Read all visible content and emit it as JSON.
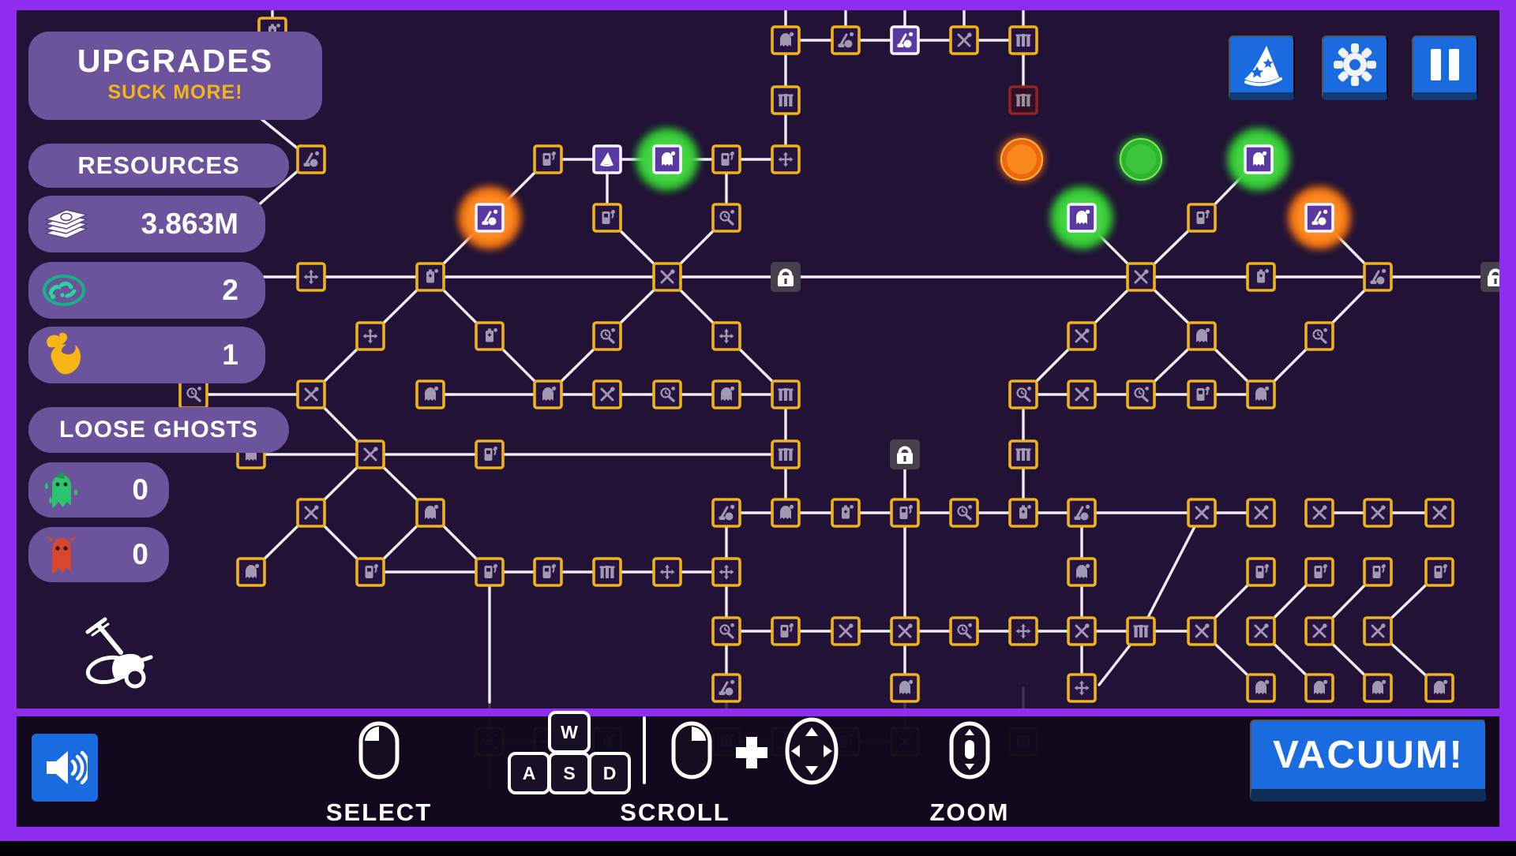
{
  "header": {
    "title": "UPGRADES",
    "subtitle": "SUCK MORE!"
  },
  "resources": {
    "title": "RESOURCES",
    "money": "3.863M",
    "essence": "2",
    "flames": "1"
  },
  "loose_ghosts": {
    "title": "LOOSE GHOSTS",
    "green": "0",
    "red": "0"
  },
  "topbar": {
    "buttons": [
      "wizard-hat",
      "settings",
      "pause"
    ]
  },
  "controls": {
    "select": "SELECT",
    "scroll": "SCROLL",
    "zoom": "ZOOM",
    "keys": [
      "W",
      "A",
      "S",
      "D"
    ],
    "vacuum": "VACUUM!"
  },
  "colors": {
    "frame": "#8e2df0",
    "map_bg": "#211236",
    "panel": "#6c549c",
    "accent_yellow": "#f4b41a",
    "button_blue": "#1b6be0",
    "edge": "#f1ecf8",
    "edge_dim": "#45355e",
    "node_gold": "#eeb319",
    "node_fill": "#261340",
    "node_icon": "#a198b2",
    "node_white": "#f7f4fb",
    "node_white_fill": "#5a3aa2",
    "node_red": "#932222",
    "node_red_fill": "#2e1024",
    "lock_fill": "#46404d",
    "glow_green": "#2fc42f",
    "glow_orange": "#f57110",
    "orb_green": "#2eb52e",
    "orb_orange": "#ee660e"
  },
  "map": {
    "node_size": 34,
    "icon_cycle": [
      "ghost",
      "vac",
      "fuel",
      "spark",
      "pipes",
      "clock",
      "arrows",
      "battery"
    ],
    "nodes": [
      [
        995,
        51,
        "g"
      ],
      [
        1071,
        51,
        "g"
      ],
      [
        1146,
        51,
        "w",
        "vac"
      ],
      [
        1221,
        51,
        "g"
      ],
      [
        1296,
        51,
        "g"
      ],
      [
        995,
        127,
        "g",
        "pipes"
      ],
      [
        1296,
        127,
        "r",
        "pipes"
      ],
      [
        345,
        40,
        "g"
      ],
      [
        276,
        351,
        "g"
      ],
      [
        394,
        202,
        "g"
      ],
      [
        694,
        202,
        "g"
      ],
      [
        769,
        202,
        "w",
        "hat"
      ],
      [
        845,
        202,
        "gg"
      ],
      [
        920,
        202,
        "g",
        "fuel"
      ],
      [
        995,
        202,
        "g"
      ],
      [
        1594,
        202,
        "gg"
      ],
      [
        620,
        276,
        "og"
      ],
      [
        769,
        276,
        "g",
        "fuel"
      ],
      [
        920,
        276,
        "g",
        "clock"
      ],
      [
        1370,
        276,
        "gg"
      ],
      [
        1522,
        276,
        "g",
        "fuel"
      ],
      [
        1671,
        276,
        "og"
      ],
      [
        394,
        351,
        "g"
      ],
      [
        545,
        351,
        "g"
      ],
      [
        845,
        351,
        "g",
        "spark"
      ],
      [
        995,
        351,
        "l"
      ],
      [
        1445,
        351,
        "g",
        "spark"
      ],
      [
        1597,
        351,
        "g",
        "battery"
      ],
      [
        1745,
        351,
        "g",
        "vac"
      ],
      [
        1894,
        351,
        "l"
      ],
      [
        469,
        426,
        "g"
      ],
      [
        620,
        426,
        "g"
      ],
      [
        769,
        426,
        "g",
        "clock"
      ],
      [
        920,
        426,
        "g",
        "arrows"
      ],
      [
        1370,
        426,
        "g",
        "spark"
      ],
      [
        1522,
        426,
        "g",
        "ghost"
      ],
      [
        1671,
        426,
        "g",
        "clock"
      ],
      [
        245,
        500,
        "g"
      ],
      [
        394,
        500,
        "g",
        "spark"
      ],
      [
        545,
        500,
        "g",
        "ghost"
      ],
      [
        694,
        500,
        "g"
      ],
      [
        769,
        500,
        "g",
        "spark"
      ],
      [
        845,
        500,
        "g",
        "clock"
      ],
      [
        920,
        500,
        "g",
        "ghost"
      ],
      [
        995,
        500,
        "g"
      ],
      [
        1296,
        500,
        "g"
      ],
      [
        1370,
        500,
        "g",
        "spark"
      ],
      [
        1445,
        500,
        "g",
        "clock"
      ],
      [
        1522,
        500,
        "g",
        "fuel"
      ],
      [
        1597,
        500,
        "g",
        "ghost"
      ],
      [
        318,
        576,
        "g",
        "ghost"
      ],
      [
        469,
        576,
        "g",
        "spark"
      ],
      [
        620,
        576,
        "g",
        "fuel"
      ],
      [
        995,
        576,
        "g",
        "pipes"
      ],
      [
        1146,
        576,
        "l"
      ],
      [
        1296,
        576,
        "g",
        "pipes"
      ],
      [
        394,
        650,
        "g",
        "spark"
      ],
      [
        545,
        650,
        "g",
        "ghost"
      ],
      [
        920,
        650,
        "g",
        "vac"
      ],
      [
        995,
        650,
        "g",
        "ghost"
      ],
      [
        1071,
        650,
        "g",
        "battery"
      ],
      [
        1146,
        650,
        "g",
        "fuel"
      ],
      [
        1221,
        650,
        "g",
        "clock"
      ],
      [
        1296,
        650,
        "g",
        "battery"
      ],
      [
        1370,
        650,
        "g",
        "vac"
      ],
      [
        1522,
        650,
        "g",
        "spark"
      ],
      [
        1597,
        650,
        "g",
        "spark"
      ],
      [
        1671,
        650,
        "g",
        "spark"
      ],
      [
        1745,
        650,
        "g",
        "spark"
      ],
      [
        1823,
        650,
        "g",
        "spark"
      ],
      [
        318,
        725,
        "g",
        "ghost"
      ],
      [
        469,
        725,
        "g",
        "fuel"
      ],
      [
        620,
        725,
        "g",
        "fuel"
      ],
      [
        694,
        725,
        "g",
        "fuel"
      ],
      [
        769,
        725,
        "g",
        "pipes"
      ],
      [
        845,
        725,
        "g",
        "arrows"
      ],
      [
        920,
        725,
        "g",
        "arrows"
      ],
      [
        1370,
        725,
        "g",
        "ghost"
      ],
      [
        1597,
        725,
        "g",
        "fuel"
      ],
      [
        1671,
        725,
        "g",
        "fuel"
      ],
      [
        1745,
        725,
        "g",
        "fuel"
      ],
      [
        1823,
        725,
        "g",
        "fuel"
      ],
      [
        920,
        800,
        "g",
        "clock"
      ],
      [
        995,
        800,
        "g",
        "fuel"
      ],
      [
        1071,
        800,
        "g",
        "spark"
      ],
      [
        1146,
        800,
        "g",
        "spark"
      ],
      [
        1221,
        800,
        "g",
        "clock"
      ],
      [
        1296,
        800,
        "g",
        "arrows"
      ],
      [
        1370,
        800,
        "g",
        "spark"
      ],
      [
        1445,
        800,
        "g",
        "pipes"
      ],
      [
        1522,
        800,
        "g",
        "spark"
      ],
      [
        1597,
        800,
        "g",
        "spark"
      ],
      [
        1671,
        800,
        "g",
        "spark"
      ],
      [
        1745,
        800,
        "g",
        "spark"
      ],
      [
        920,
        872,
        "g",
        "vac"
      ],
      [
        1146,
        872,
        "g",
        "ghost"
      ],
      [
        1370,
        872,
        "g",
        "arrows"
      ],
      [
        1597,
        872,
        "g",
        "ghost"
      ],
      [
        1671,
        872,
        "g",
        "ghost"
      ],
      [
        1745,
        872,
        "g",
        "ghost"
      ],
      [
        1823,
        872,
        "g",
        "ghost"
      ],
      [
        620,
        940,
        "d"
      ],
      [
        694,
        940,
        "d"
      ],
      [
        769,
        940,
        "d"
      ],
      [
        920,
        940,
        "d"
      ],
      [
        995,
        940,
        "d"
      ],
      [
        1071,
        940,
        "d"
      ],
      [
        1146,
        940,
        "d"
      ],
      [
        1296,
        940,
        "d"
      ]
    ],
    "edges": [
      [
        995,
        51,
        1071,
        51
      ],
      [
        1071,
        51,
        1146,
        51
      ],
      [
        1146,
        51,
        1221,
        51
      ],
      [
        1221,
        51,
        1296,
        51
      ],
      [
        995,
        14,
        995,
        51
      ],
      [
        1071,
        14,
        1071,
        51
      ],
      [
        1146,
        14,
        1146,
        51
      ],
      [
        1221,
        14,
        1221,
        51
      ],
      [
        1296,
        14,
        1296,
        51
      ],
      [
        345,
        14,
        345,
        40
      ],
      [
        995,
        51,
        995,
        127
      ],
      [
        995,
        127,
        995,
        202
      ],
      [
        1296,
        51,
        1296,
        127
      ],
      [
        694,
        202,
        769,
        202
      ],
      [
        769,
        202,
        845,
        202
      ],
      [
        845,
        202,
        920,
        202
      ],
      [
        920,
        202,
        995,
        202
      ],
      [
        394,
        202,
        330,
        150
      ],
      [
        394,
        202,
        325,
        262
      ],
      [
        620,
        276,
        694,
        202
      ],
      [
        620,
        276,
        545,
        351
      ],
      [
        769,
        276,
        769,
        202
      ],
      [
        920,
        276,
        920,
        202
      ],
      [
        769,
        276,
        845,
        351
      ],
      [
        920,
        276,
        845,
        351
      ],
      [
        276,
        351,
        394,
        351
      ],
      [
        394,
        351,
        545,
        351
      ],
      [
        545,
        351,
        845,
        351
      ],
      [
        845,
        351,
        995,
        351
      ],
      [
        995,
        351,
        1445,
        351
      ],
      [
        545,
        351,
        469,
        426
      ],
      [
        545,
        351,
        620,
        426
      ],
      [
        845,
        351,
        769,
        426
      ],
      [
        845,
        351,
        920,
        426
      ],
      [
        469,
        426,
        394,
        500
      ],
      [
        620,
        426,
        694,
        500
      ],
      [
        769,
        426,
        694,
        500
      ],
      [
        920,
        426,
        995,
        500
      ],
      [
        245,
        500,
        394,
        500
      ],
      [
        545,
        500,
        694,
        500
      ],
      [
        694,
        500,
        769,
        500
      ],
      [
        769,
        500,
        845,
        500
      ],
      [
        845,
        500,
        920,
        500
      ],
      [
        920,
        500,
        995,
        500
      ],
      [
        394,
        500,
        469,
        576
      ],
      [
        318,
        576,
        469,
        576
      ],
      [
        469,
        576,
        620,
        576
      ],
      [
        620,
        576,
        995,
        576
      ],
      [
        469,
        576,
        394,
        650
      ],
      [
        469,
        576,
        545,
        650
      ],
      [
        394,
        650,
        318,
        725
      ],
      [
        394,
        650,
        469,
        725
      ],
      [
        545,
        650,
        469,
        725
      ],
      [
        545,
        650,
        620,
        725
      ],
      [
        469,
        725,
        620,
        725
      ],
      [
        620,
        725,
        694,
        725
      ],
      [
        694,
        725,
        769,
        725
      ],
      [
        769,
        725,
        845,
        725
      ],
      [
        845,
        725,
        920,
        725
      ],
      [
        620,
        725,
        620,
        890
      ],
      [
        995,
        500,
        995,
        576
      ],
      [
        995,
        576,
        995,
        650
      ],
      [
        1146,
        576,
        1146,
        650
      ],
      [
        1296,
        500,
        1296,
        576
      ],
      [
        1296,
        576,
        1296,
        650
      ],
      [
        920,
        650,
        995,
        650
      ],
      [
        995,
        650,
        1071,
        650
      ],
      [
        1071,
        650,
        1146,
        650
      ],
      [
        1146,
        650,
        1221,
        650
      ],
      [
        1221,
        650,
        1296,
        650
      ],
      [
        1296,
        650,
        1370,
        650
      ],
      [
        1370,
        650,
        1522,
        650
      ],
      [
        1522,
        650,
        1597,
        650
      ],
      [
        1671,
        650,
        1745,
        650
      ],
      [
        1745,
        650,
        1823,
        650
      ],
      [
        920,
        650,
        920,
        725
      ],
      [
        920,
        725,
        920,
        800
      ],
      [
        920,
        800,
        920,
        872
      ],
      [
        1146,
        650,
        1146,
        800
      ],
      [
        1146,
        800,
        1146,
        872
      ],
      [
        920,
        800,
        995,
        800
      ],
      [
        995,
        800,
        1071,
        800
      ],
      [
        1071,
        800,
        1146,
        800
      ],
      [
        1146,
        800,
        1221,
        800
      ],
      [
        1221,
        800,
        1296,
        800
      ],
      [
        1296,
        800,
        1370,
        800
      ],
      [
        1370,
        800,
        1445,
        800
      ],
      [
        1445,
        800,
        1522,
        800
      ],
      [
        1370,
        650,
        1370,
        725
      ],
      [
        1370,
        725,
        1370,
        800
      ],
      [
        1370,
        800,
        1370,
        872
      ],
      [
        1445,
        800,
        1522,
        650
      ],
      [
        1445,
        800,
        1392,
        868
      ],
      [
        1597,
        725,
        1522,
        800
      ],
      [
        1671,
        725,
        1597,
        800
      ],
      [
        1745,
        725,
        1671,
        800
      ],
      [
        1823,
        725,
        1745,
        800
      ],
      [
        1522,
        800,
        1597,
        872
      ],
      [
        1597,
        800,
        1671,
        872
      ],
      [
        1671,
        800,
        1745,
        872
      ],
      [
        1745,
        800,
        1823,
        872
      ],
      [
        1594,
        202,
        1522,
        276
      ],
      [
        1370,
        276,
        1445,
        351
      ],
      [
        1522,
        276,
        1445,
        351
      ],
      [
        1671,
        276,
        1745,
        351
      ],
      [
        1445,
        351,
        1597,
        351
      ],
      [
        1597,
        351,
        1745,
        351
      ],
      [
        1745,
        351,
        1894,
        351
      ],
      [
        1445,
        351,
        1370,
        426
      ],
      [
        1445,
        351,
        1522,
        426
      ],
      [
        1745,
        351,
        1671,
        426
      ],
      [
        1370,
        426,
        1296,
        500
      ],
      [
        1522,
        426,
        1445,
        500
      ],
      [
        1522,
        426,
        1597,
        500
      ],
      [
        1671,
        426,
        1597,
        500
      ],
      [
        1296,
        500,
        1370,
        500
      ],
      [
        1370,
        500,
        1445,
        500
      ],
      [
        1445,
        500,
        1522,
        500
      ],
      [
        1522,
        500,
        1597,
        500
      ]
    ],
    "dim_edges": [
      [
        620,
        890,
        620,
        1000
      ],
      [
        620,
        940,
        694,
        940
      ],
      [
        694,
        940,
        769,
        940
      ],
      [
        920,
        940,
        995,
        940
      ],
      [
        995,
        940,
        1071,
        940
      ],
      [
        1071,
        940,
        1146,
        940
      ],
      [
        920,
        872,
        920,
        940
      ],
      [
        1146,
        872,
        1146,
        940
      ],
      [
        1296,
        872,
        1296,
        940
      ]
    ],
    "orbs": [
      [
        1294,
        202,
        "orange"
      ],
      [
        1445,
        202,
        "green"
      ]
    ]
  }
}
